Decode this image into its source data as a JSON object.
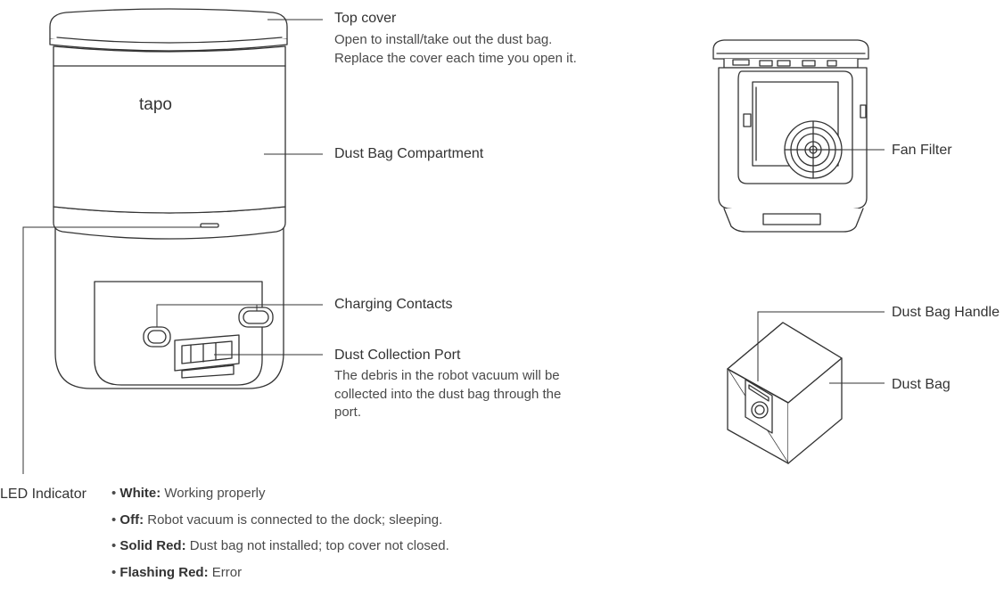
{
  "brand": "tapo",
  "labels": {
    "top_cover": "Top cover",
    "top_cover_desc_1": "Open to install/take out the dust bag.",
    "top_cover_desc_2": "Replace the cover each time you open it.",
    "compartment": "Dust Bag Compartment",
    "charging": "Charging Contacts",
    "port": "Dust Collection Port",
    "port_desc_1": "The debris in the robot vacuum will be",
    "port_desc_2": "collected into the dust bag through the",
    "port_desc_3": "port.",
    "led": "LED Indicator",
    "fan_filter": "Fan Filter",
    "bag_handle": "Dust Bag Handle",
    "bag": "Dust Bag"
  },
  "led_states": [
    {
      "state": "White:",
      "meaning": " Working properly"
    },
    {
      "state": "Off:",
      "meaning": " Robot vacuum is connected to the dock; sleeping."
    },
    {
      "state": "Solid Red:",
      "meaning": " Dust bag not installed; top cover not closed."
    },
    {
      "state": "Flashing Red:",
      "meaning": " Error"
    }
  ],
  "colors": {
    "line": "#333333",
    "fill": "#ffffff",
    "text": "#333333",
    "subtext": "#4a4a4a"
  }
}
